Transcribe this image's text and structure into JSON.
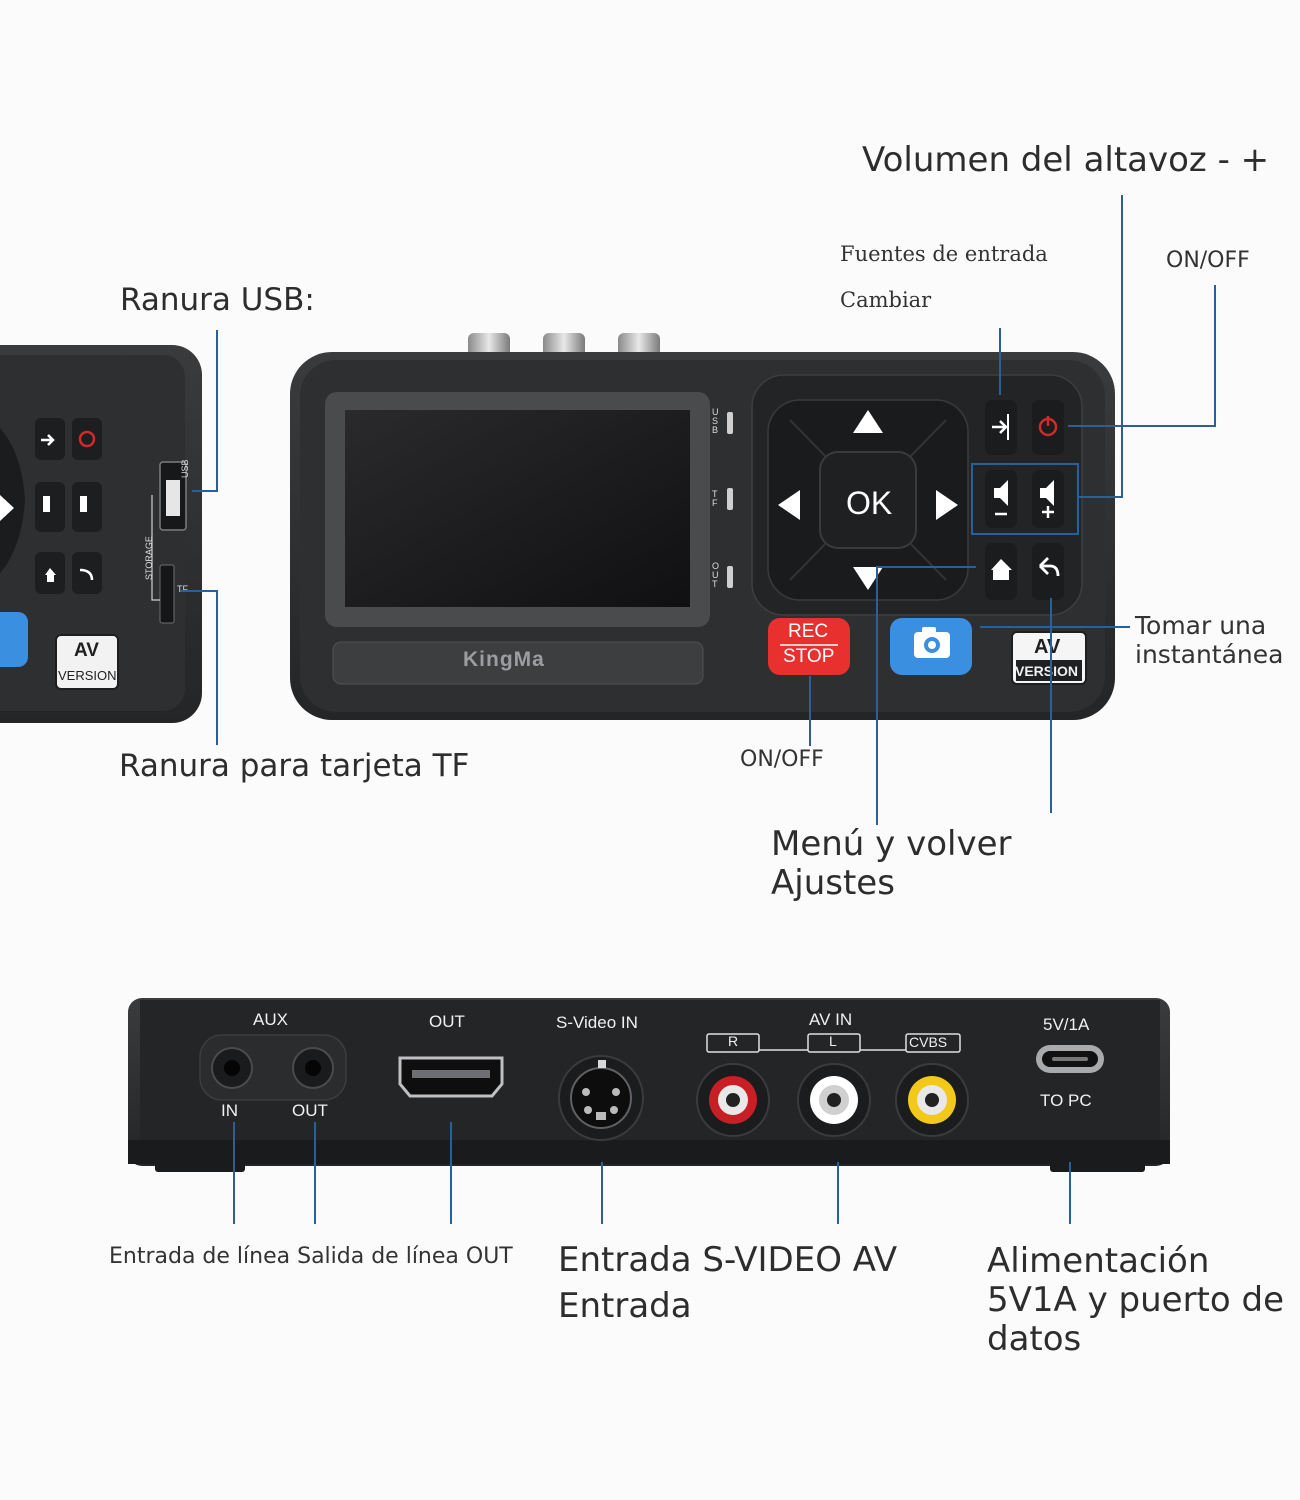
{
  "callouts": {
    "speaker_volume": "Volumen del altavoz - +",
    "input_sources_line1": "Fuentes de entrada",
    "input_sources_line2": "Cambiar",
    "power_top": "ON/OFF",
    "usb_slot": "Ranura USB:",
    "tf_slot": "Ranura para tarjeta TF",
    "snapshot": "Tomar una instantánea",
    "rec_onoff": "ON/OFF",
    "menu_back": "Menú y volver Ajustes",
    "line_in_out": "Entrada de línea Salida de línea OUT",
    "svideo_av": "Entrada S-VIDEO AV Entrada",
    "power_data": "Alimentación 5V1A y puerto de datos"
  },
  "device": {
    "brand": "KingMa",
    "side_labels": [
      "USB",
      "TF",
      "OUT"
    ],
    "ok_label": "OK",
    "rec_line1": "REC",
    "rec_line2": "STOP",
    "badge_line1": "AV",
    "badge_line2": "VERSION",
    "side_view": {
      "usb": "USB",
      "storage": "STORAGE",
      "tf": "TF",
      "badge_line1": "AV",
      "badge_line2": "VERSION"
    },
    "back_panel": {
      "aux": "AUX",
      "aux_in": "IN",
      "aux_out": "OUT",
      "hdmi_out": "OUT",
      "svideo": "S-Video IN",
      "av_in": "AV IN",
      "r": "R",
      "l": "L",
      "cvbs": "CVBS",
      "usb_power": "5V/1A",
      "to_pc": "TO PC"
    }
  },
  "colors": {
    "callout_line": "#2a5f99",
    "device_body": "#2b2c2e",
    "rec_button": "#e8312f",
    "camera_button": "#3b8fe0",
    "rca_red": "#c81e25",
    "rca_white": "#ffffff",
    "rca_yellow": "#f2c81b"
  }
}
